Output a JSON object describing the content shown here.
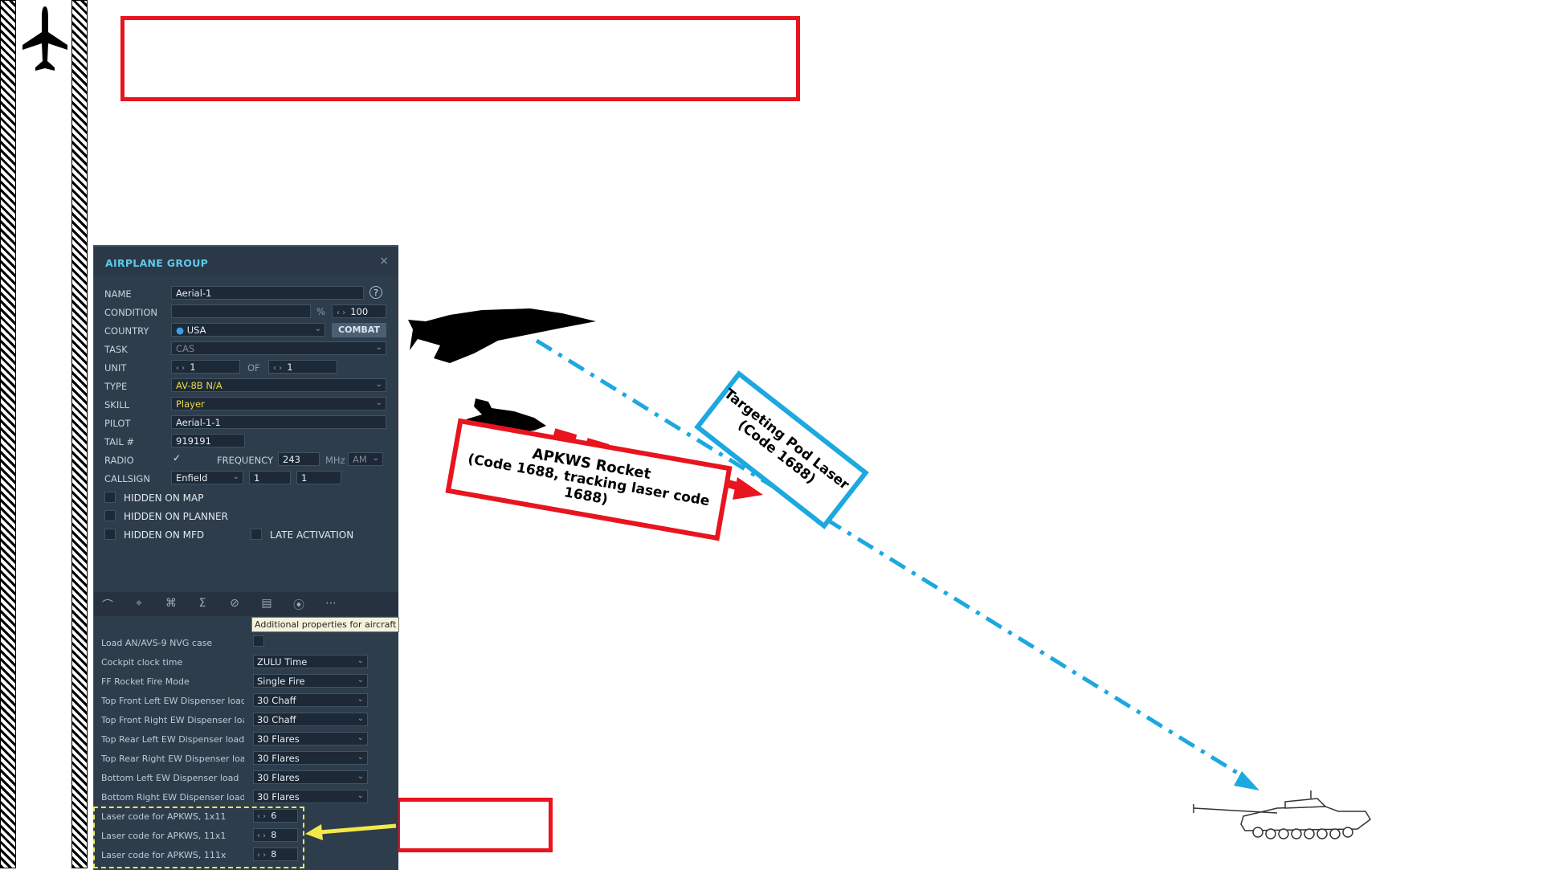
{
  "panel": {
    "title": "AIRPLANE GROUP",
    "close": "×",
    "name_label": "NAME",
    "name_value": "Aerial-1",
    "help": "?",
    "condition_label": "CONDITION",
    "condition_pct": "%",
    "condition_value": "100",
    "country_label": "COUNTRY",
    "country_value": "USA",
    "combat_btn": "COMBAT",
    "task_label": "TASK",
    "task_value": "CAS",
    "unit_label": "UNIT",
    "unit_value": "1",
    "unit_of": "OF",
    "unit_total": "1",
    "type_label": "TYPE",
    "type_value": "AV-8B N/A",
    "skill_label": "SKILL",
    "skill_value": "Player",
    "pilot_label": "PILOT",
    "pilot_value": "Aerial-1-1",
    "tail_label": "TAIL #",
    "tail_value": "919191",
    "radio_label": "RADIO",
    "frequency_label": "FREQUENCY",
    "frequency_value": "243",
    "mhz": "MHz",
    "modulation": "AM",
    "callsign_label": "CALLSIGN",
    "callsign_value": "Enfield",
    "callsign_n1": "1",
    "callsign_n2": "1",
    "hidden_on_map": "HIDDEN ON MAP",
    "hidden_on_planner": "HIDDEN ON PLANNER",
    "hidden_on_mfd": "HIDDEN ON MFD",
    "late_activation": "LATE ACTIVATION",
    "tooltip": "Additional properties for aircraft"
  },
  "properties": [
    {
      "label": "Load AN/AVS-9 NVG case",
      "value": ""
    },
    {
      "label": "Cockpit clock time",
      "value": "ZULU Time"
    },
    {
      "label": "FF Rocket Fire Mode",
      "value": "Single Fire"
    },
    {
      "label": "Top Front Left EW Dispenser load",
      "value": "30 Chaff"
    },
    {
      "label": "Top Front Right EW Dispenser loa",
      "value": "30 Chaff"
    },
    {
      "label": "Top Rear Left EW Dispenser load",
      "value": "30 Flares"
    },
    {
      "label": "Top Rear Right EW Dispenser loa",
      "value": "30 Flares"
    },
    {
      "label": "Bottom Left EW Dispenser load",
      "value": "30 Flares"
    },
    {
      "label": "Bottom Right EW Dispenser load",
      "value": "30 Flares"
    },
    {
      "label": "Laser code for APKWS, 1x11",
      "value": "6"
    },
    {
      "label": "Laser code for APKWS, 11x1",
      "value": "8"
    },
    {
      "label": "Laser code for APKWS, 111x",
      "value": "8"
    }
  ],
  "annotations": {
    "rocket_title": "APKWS Rocket",
    "rocket_sub": "(Code 1688, tracking laser code 1688)",
    "laser_title": "Targeting Pod Laser",
    "laser_sub": "(Code 1688)"
  },
  "colors": {
    "red": "#e8141e",
    "blue": "#1ca8e0",
    "yellow": "#f2e84a",
    "accent": "#5ec8ea"
  }
}
